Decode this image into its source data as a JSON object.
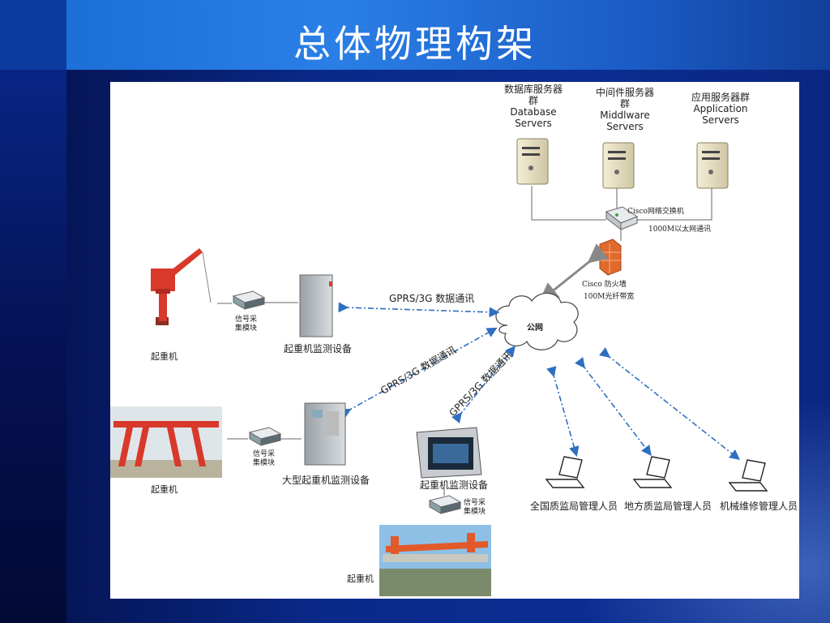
{
  "title": "总体物理构架",
  "servers": [
    {
      "cn": "数据库服务器群",
      "en": "Database Servers"
    },
    {
      "cn": "中间件服务器群",
      "en": "Middlware Servers"
    },
    {
      "cn": "应用服务器群",
      "en": "Application Servers"
    }
  ],
  "switch": {
    "name": "Cisco网络交换机",
    "link": "1000M以太网通讯"
  },
  "firewall": {
    "name": "Cisco 防火墙",
    "link": "100M光纤带宽"
  },
  "cloud": "公网",
  "link_label": "GPRS/3G 数据通讯",
  "module_label": [
    "信号采",
    "集模块"
  ],
  "crane_label": "起重机",
  "devices": [
    "起重机监测设备",
    "大型起重机监测设备",
    "起重机监测设备"
  ],
  "users": [
    "全国质监局管理人员",
    "地方质监局管理人员",
    "机械维修管理人员"
  ],
  "colors": {
    "title_band": "#1d6fd8",
    "dashed_link": "#2e6fc0",
    "crane_red": "#d8392b",
    "firewall": "#e06a2c"
  }
}
